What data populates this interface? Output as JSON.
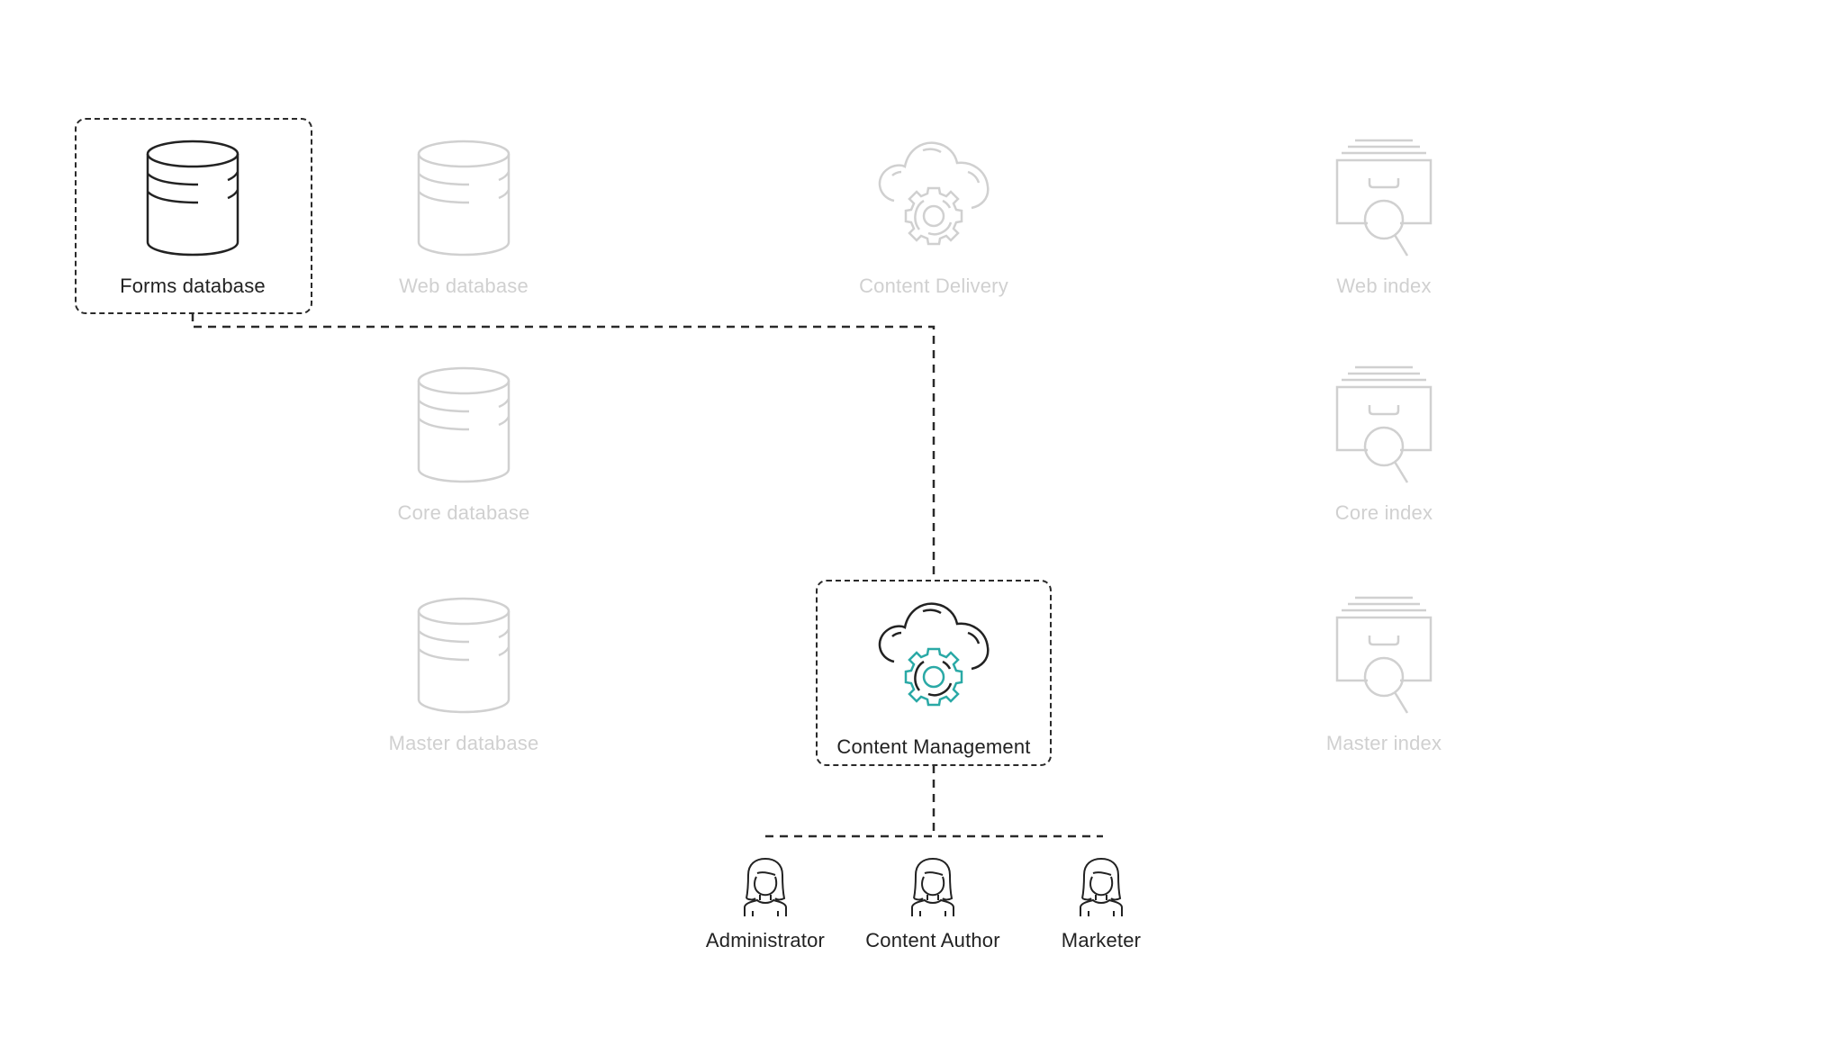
{
  "colors": {
    "active_stroke": "#222222",
    "dim_stroke": "#d0d0d0",
    "accent": "#2aa9a6",
    "connector": "#2a2a2a"
  },
  "nodes": {
    "forms_db": {
      "label": "Forms database",
      "icon": "database-icon",
      "state": "selected"
    },
    "web_db": {
      "label": "Web database",
      "icon": "database-icon",
      "state": "inactive"
    },
    "core_db": {
      "label": "Core database",
      "icon": "database-icon",
      "state": "inactive"
    },
    "master_db": {
      "label": "Master database",
      "icon": "database-icon",
      "state": "inactive"
    },
    "content_delivery": {
      "label": "Content Delivery",
      "icon": "cloud-gear-icon",
      "state": "inactive"
    },
    "content_management": {
      "label": "Content Management",
      "icon": "cloud-gear-icon",
      "state": "selected"
    },
    "web_index": {
      "label": "Web index",
      "icon": "search-index-icon",
      "state": "inactive"
    },
    "core_index": {
      "label": "Core index",
      "icon": "search-index-icon",
      "state": "inactive"
    },
    "master_index": {
      "label": "Master index",
      "icon": "search-index-icon",
      "state": "inactive"
    }
  },
  "users": [
    {
      "label": "Administrator",
      "icon": "user-icon"
    },
    {
      "label": "Content Author",
      "icon": "user-icon"
    },
    {
      "label": "Marketer",
      "icon": "user-icon"
    }
  ],
  "connections": [
    {
      "from": "forms_db",
      "to": "content_management",
      "style": "dashed"
    },
    {
      "from": "content_management",
      "to": "users",
      "style": "dashed"
    }
  ]
}
